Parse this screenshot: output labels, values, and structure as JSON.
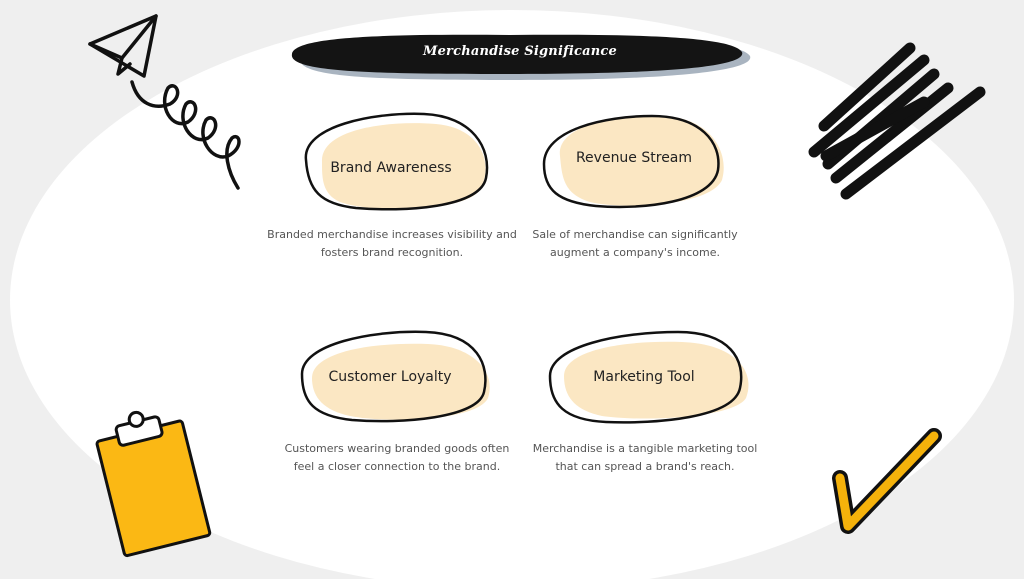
{
  "title": "Merchandise Significance",
  "colors": {
    "background": "#efefef",
    "panel": "#ffffff",
    "title_bar": "#141414",
    "title_shadow": "#a9b4c0",
    "blob_fill": "#fbe7c3",
    "clipboard": "#fbb814",
    "checkmark": "#f5b20b",
    "ink": "#111111"
  },
  "cards": [
    {
      "label": "Brand Awareness",
      "description_lines": [
        "Branded merchandise increases visibility and",
        "fosters brand recognition."
      ]
    },
    {
      "label": "Revenue Stream",
      "description_lines": [
        "Sale of merchandise can significantly",
        "augment a company's income."
      ]
    },
    {
      "label": "Customer Loyalty",
      "description_lines": [
        "Customers wearing branded goods often",
        "feel a closer connection to the brand."
      ]
    },
    {
      "label": "Marketing Tool",
      "description_lines": [
        "Merchandise is a tangible marketing tool",
        "that can spread a brand's reach."
      ]
    }
  ],
  "decorations": {
    "top_left": "paper-plane-icon",
    "top_right": "scribble-icon",
    "bottom_left": "clipboard-icon",
    "bottom_right": "checkmark-icon"
  }
}
